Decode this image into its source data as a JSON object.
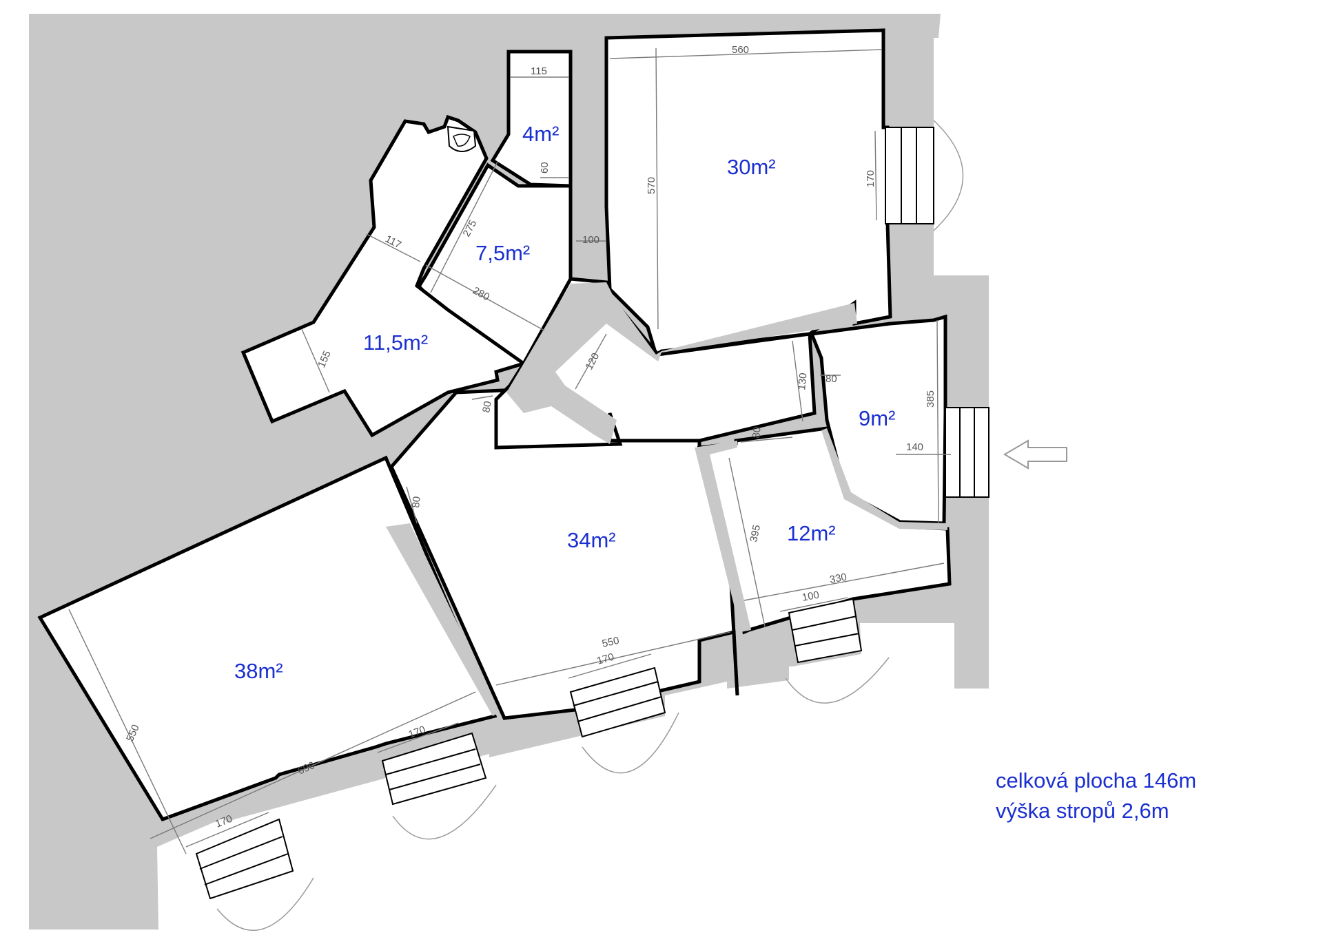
{
  "rooms": [
    {
      "id": "room-4",
      "area": "4m²"
    },
    {
      "id": "room-30",
      "area": "30m²"
    },
    {
      "id": "room-7-5",
      "area": "7,5m²"
    },
    {
      "id": "room-11-5",
      "area": "11,5m²"
    },
    {
      "id": "room-9",
      "area": "9m²"
    },
    {
      "id": "room-34",
      "area": "34m²"
    },
    {
      "id": "room-12",
      "area": "12m²"
    },
    {
      "id": "room-38",
      "area": "38m²"
    }
  ],
  "dimensions": [
    "115",
    "60",
    "560",
    "570",
    "170",
    "275",
    "100",
    "117",
    "280",
    "155",
    "120",
    "80",
    "130",
    "80",
    "385",
    "140",
    "80",
    "80",
    "395",
    "330",
    "100",
    "550",
    "170",
    "690",
    "170",
    "550",
    "170"
  ],
  "summary": {
    "total_area": "celková plocha 146m",
    "ceiling_height": "výška stropů 2,6m"
  },
  "colors": {
    "wall": "#c8c8c8",
    "area_text": "#1a2fd0"
  }
}
